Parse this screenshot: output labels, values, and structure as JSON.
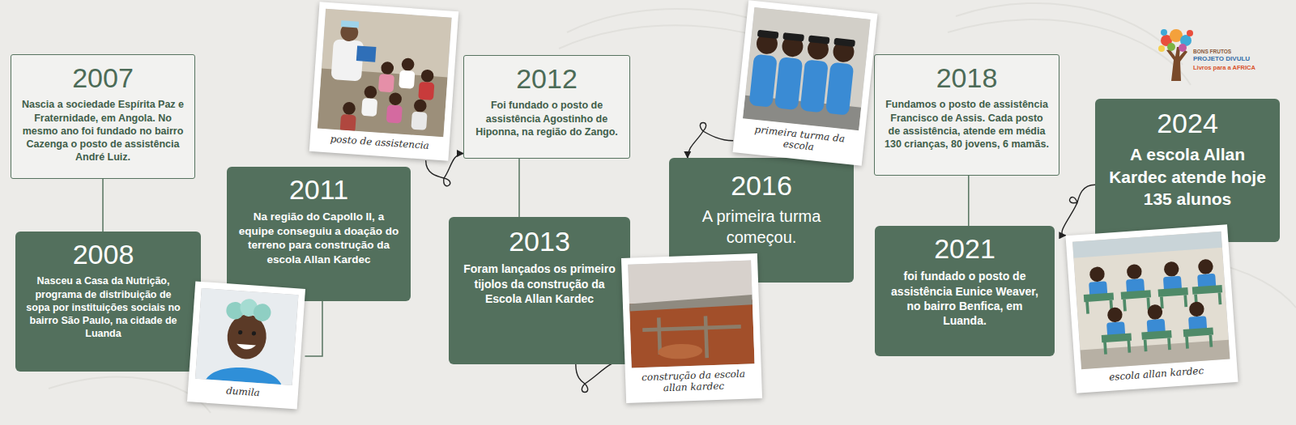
{
  "diagram": {
    "nodes": [
      {
        "text": [
          "2007",
          "Nascia a sociedade Espírita Paz e Fraternidade, em Angola. No mesmo ano foi fundado no bairro Cazenga o posto de assistência André Luiz."
        ]
      },
      {
        "text": [
          "2008",
          "Nasceu a Casa da Nutrição, programa de distribuição de sopa por instituições sociais no bairro São Paulo, na cidade de Luanda"
        ]
      },
      {
        "text": [
          "2011",
          "Na região do Capollo II, a equipe conseguiu a doação do terreno para construção da escola Allan Kardec"
        ]
      },
      {
        "text": [
          "dumila"
        ]
      },
      {
        "text": [
          "posto de assistencia"
        ]
      },
      {
        "text": [
          "2012",
          "Foi fundado o posto de assistência Agostinho de Hiponna, na região do Zango."
        ]
      },
      {
        "text": [
          "2013",
          "Foram lançados os primeiro tijolos da construção da Escola Allan Kardec"
        ]
      },
      {
        "text": [
          "construção da escola allan kardec"
        ]
      },
      {
        "text": [
          "primeira turma da escola"
        ]
      },
      {
        "text": [
          "2016",
          "A primeira turma começou."
        ]
      },
      {
        "text": [
          "2018",
          "Fundamos o posto de assistência Francisco de Assis. Cada posto de assistência, atende em média 130 crianças, 80 jovens, 6 mamãs."
        ]
      },
      {
        "text": [
          "2021",
          "foi fundado o posto de assistência Eunice Weaver, no bairro Benfica, em Luanda."
        ]
      },
      {
        "text": [
          "2024",
          "A escola Allan Kardec atende hoje 135 alunos"
        ]
      },
      {
        "text": [
          "escola allan kardec"
        ]
      }
    ],
    "edges": [
      {
        "from": 0,
        "to": 1,
        "arrow": "none"
      },
      {
        "from": 2,
        "to": 3,
        "arrow": "none"
      },
      {
        "from": 4,
        "to": 5,
        "arrow": "to"
      },
      {
        "from": 5,
        "to": 6,
        "arrow": "none"
      },
      {
        "from": 6,
        "to": 7,
        "arrow": "to"
      },
      {
        "from": 8,
        "to": 9,
        "arrow": "to"
      },
      {
        "from": 10,
        "to": 11,
        "arrow": "none"
      },
      {
        "from": 12,
        "to": 13,
        "arrow": "to"
      }
    ],
    "labels": [
      "BONS FRUTOS",
      "PROJETO DIVULU",
      "Livros para a AFRICA"
    ]
  }
}
